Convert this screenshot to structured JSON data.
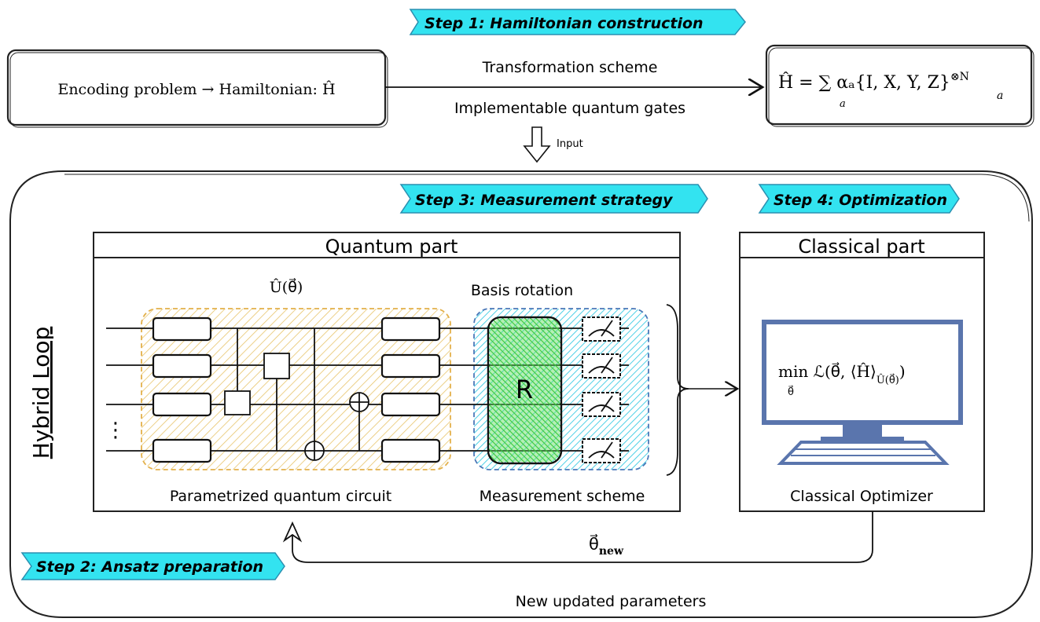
{
  "step1": {
    "label": "Step 1: Hamiltonian construction"
  },
  "step2": {
    "label": "Step 2: Ansatz preparation"
  },
  "step3": {
    "label": "Step 3: Measurement strategy"
  },
  "step4": {
    "label": "Step 4: Optimization"
  },
  "encoding_box": {
    "text": "Encoding problem → Hamiltonian: Ĥ"
  },
  "hamiltonian_box": {
    "lhs": "Ĥ = ∑",
    "sub": "a",
    "body": " αₐ{I, X, Y, Z}",
    "sup": "⊗N",
    "sub2": "a"
  },
  "arrow_labels": {
    "top": "Transformation scheme",
    "bottom": "Implementable quantum gates",
    "input": "Input"
  },
  "hybrid_loop": {
    "label": "Hybrid Loop"
  },
  "quantum_part": {
    "title": "Quantum part",
    "unitary": "Û(θ⃗)",
    "basis_rotation": "Basis rotation",
    "rotation_gate": "R",
    "circuit_caption": "Parametrized quantum circuit",
    "measurement_caption": "Measurement scheme",
    "ellipsis": "⋮"
  },
  "classical_part": {
    "title": "Classical part",
    "objective": "min ℒ(θ⃗, ⟨Ĥ⟩",
    "objective_sub": "Û(θ⃗)",
    "objective_close": ")",
    "argmin": "θ⃗",
    "caption": "Classical Optimizer"
  },
  "feedback": {
    "theta_new": "θ⃗",
    "theta_sub": "new",
    "label": "New updated parameters"
  },
  "colors": {
    "tag_fill": "#33e3f0",
    "circuit_hatch": "#e8c46a",
    "meas_hatch": "#4fd0e6",
    "rotation_fill": "#39d439",
    "monitor": "#5a75ad"
  }
}
